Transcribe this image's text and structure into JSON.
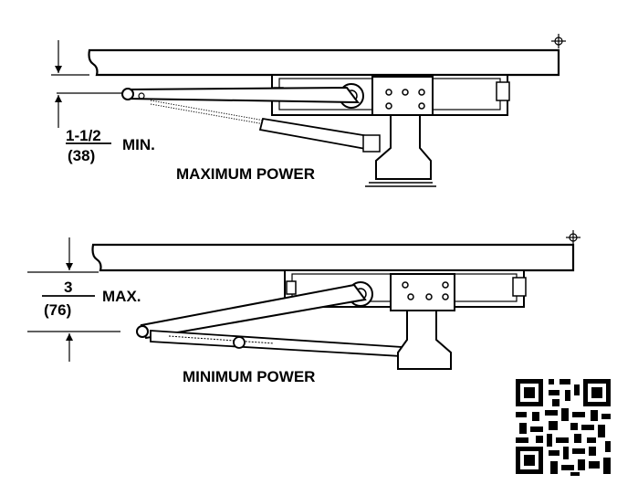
{
  "top": {
    "dimension_value": "1-1/2",
    "dimension_metric": "(38)",
    "qualifier": "MIN.",
    "caption": "MAXIMUM POWER"
  },
  "bottom": {
    "dimension_value": "3",
    "dimension_metric": "(76)",
    "qualifier": "MAX.",
    "caption": "MINIMUM POWER"
  },
  "qr": {
    "icon": "qr-code-icon"
  }
}
